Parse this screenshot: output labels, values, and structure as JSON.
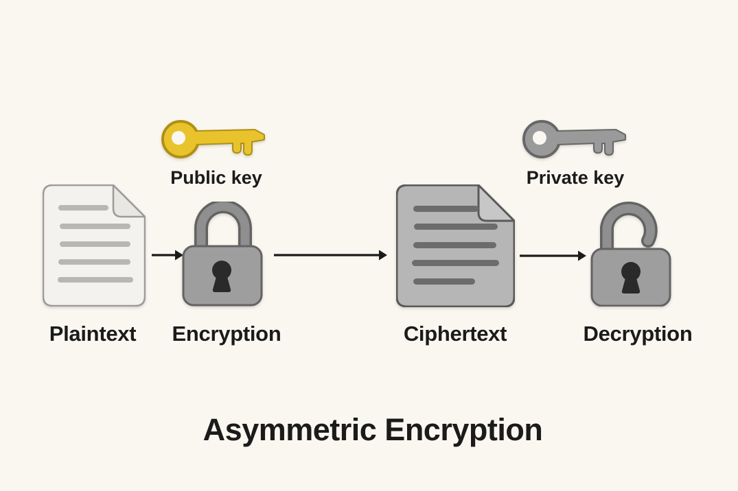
{
  "title": "Asymmetric Encryption",
  "labels": {
    "public_key": "Public key",
    "private_key": "Private key",
    "plaintext": "Plaintext",
    "encryption": "Encryption",
    "ciphertext": "Ciphertext",
    "decryption": "Decryption"
  },
  "icons": {
    "public_key": "key-icon",
    "private_key": "key-icon",
    "plaintext": "document-icon",
    "encryption": "closed-padlock-icon",
    "ciphertext": "document-icon",
    "decryption": "open-padlock-icon",
    "connector": "right-arrow-icon"
  },
  "colors": {
    "background": "#faf7f0",
    "text": "#1b1b1b",
    "arrow": "#1b1b1b",
    "public_key_fill": "#e8c32c",
    "public_key_outline": "#b08f15",
    "private_key_fill": "#9a9a9a",
    "private_key_outline": "#676767",
    "plaintext_doc_fill": "#f3f2ee",
    "plaintext_doc_fold": "#e9e7e2",
    "plaintext_doc_outline": "#9b9b9b",
    "plaintext_doc_lines": "#b9b7b4",
    "ciphertext_doc_fill": "#b6b6b6",
    "ciphertext_doc_fold": "#c7c7c7",
    "ciphertext_doc_outline": "#5a5a5a",
    "ciphertext_doc_lines": "#6c6c6c",
    "padlock_body": "#9e9e9e",
    "padlock_shackle": "#8f8f8f",
    "padlock_outline": "#636363",
    "keyhole": "#2a2a2a"
  }
}
